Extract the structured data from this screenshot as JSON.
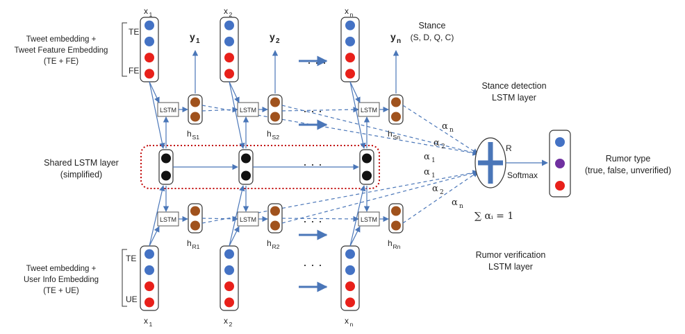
{
  "labels": {
    "tweet_feature_block": [
      "Tweet embedding +",
      "Tweet Feature Embedding",
      "(TE + FE)"
    ],
    "user_info_block": [
      "Tweet embedding +",
      "User Info Embedding",
      "(TE + UE)"
    ],
    "te": "TE",
    "fe": "FE",
    "ue": "UE",
    "shared_layer": [
      "Shared LSTM layer",
      "(simplified)"
    ],
    "lstm": "LSTM",
    "stance_title": "Stance",
    "stance_classes": "(S, D, Q, C)",
    "stance_layer": [
      "Stance detection",
      "LSTM layer"
    ],
    "rumor_layer": [
      "Rumor verification",
      "LSTM layer"
    ],
    "rumor_type": [
      "Rumor type",
      "(true, false, unverified)"
    ],
    "softmax": "Softmax",
    "r": "R",
    "sum_constraint": "∑ αᵢ = 1",
    "ellipsis": "· · ·"
  },
  "inputs_top": [
    "x",
    "x",
    "x"
  ],
  "inputs_top_sub": [
    "1",
    "2",
    "n"
  ],
  "inputs_bottom": [
    "x",
    "x",
    "x"
  ],
  "inputs_bottom_sub": [
    "1",
    "2",
    "n"
  ],
  "outputs": [
    "y",
    "y",
    "y"
  ],
  "outputs_sub": [
    "1",
    "2",
    "n"
  ],
  "stance_hidden": [
    "h",
    "h",
    "h"
  ],
  "stance_hidden_sub": [
    "S1",
    "S2",
    "Sn"
  ],
  "rumor_hidden": [
    "h",
    "h",
    "h"
  ],
  "rumor_hidden_sub": [
    "R1",
    "R2",
    "Rn"
  ],
  "attention_labels": [
    "α",
    "α",
    "α",
    "α",
    "α",
    "α"
  ],
  "attention_subs": [
    "n",
    "2",
    "1",
    "1",
    "2",
    "n"
  ],
  "colors": {
    "embedding_blue": "#4472c4",
    "embedding_red": "#e8201a",
    "hidden_brown": "#a0521d",
    "shared_black": "#111111",
    "output_purple": "#7030a0",
    "arrow": "#4a76b8",
    "dotted_box": "#c00000"
  }
}
